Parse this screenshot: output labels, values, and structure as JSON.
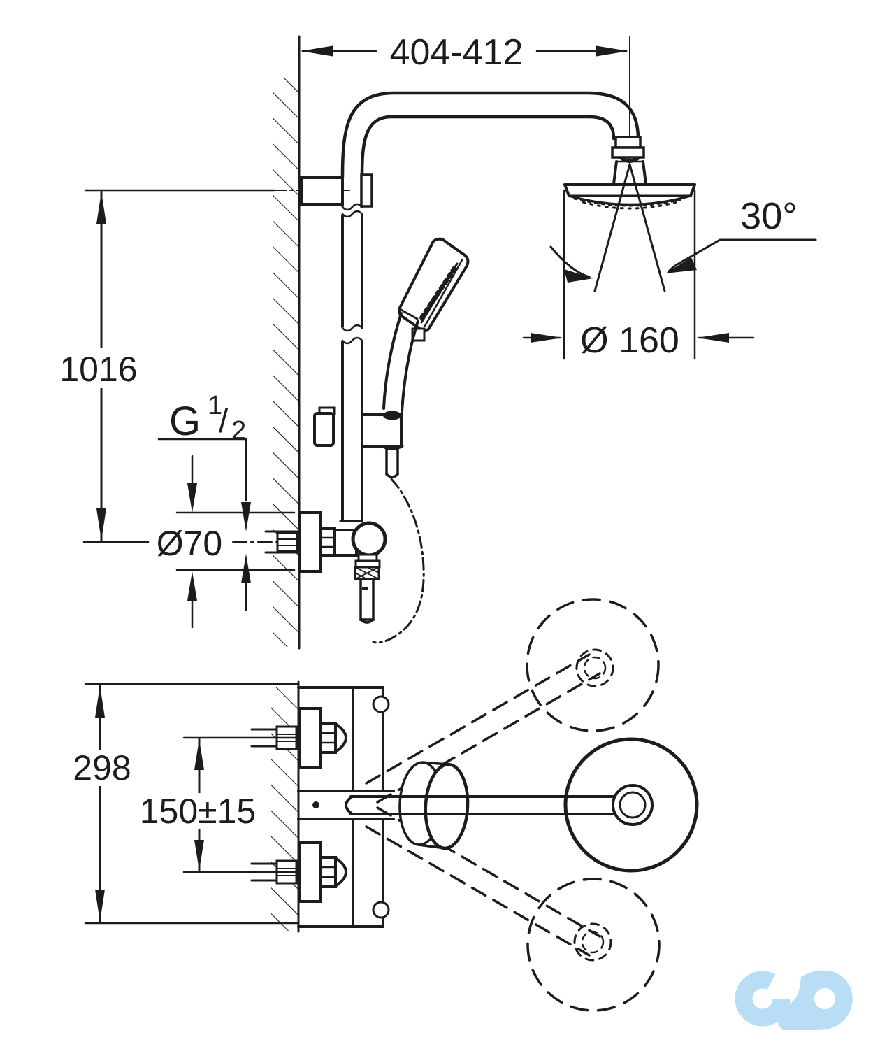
{
  "drawing": {
    "type": "technical-dimension-drawing",
    "subject": "wall-mounted thermostatic shower system (front view and top view)",
    "dimensions": {
      "top_width": "404-412",
      "spray_angle": "30°",
      "head_diameter": "Ø 160",
      "height": "1016",
      "flange_diameter": "Ø70",
      "body_height": "298",
      "inlet_spacing": "150±15",
      "thread": {
        "letter": "G",
        "numerator": "1",
        "slash": "/",
        "denominator": "2"
      }
    },
    "colors": {
      "line_color": "#1c1c1c",
      "background": "#ffffff",
      "logo_color": "#b9ddf4"
    }
  },
  "logo": {
    "name": "cd-infinity-watermark"
  }
}
